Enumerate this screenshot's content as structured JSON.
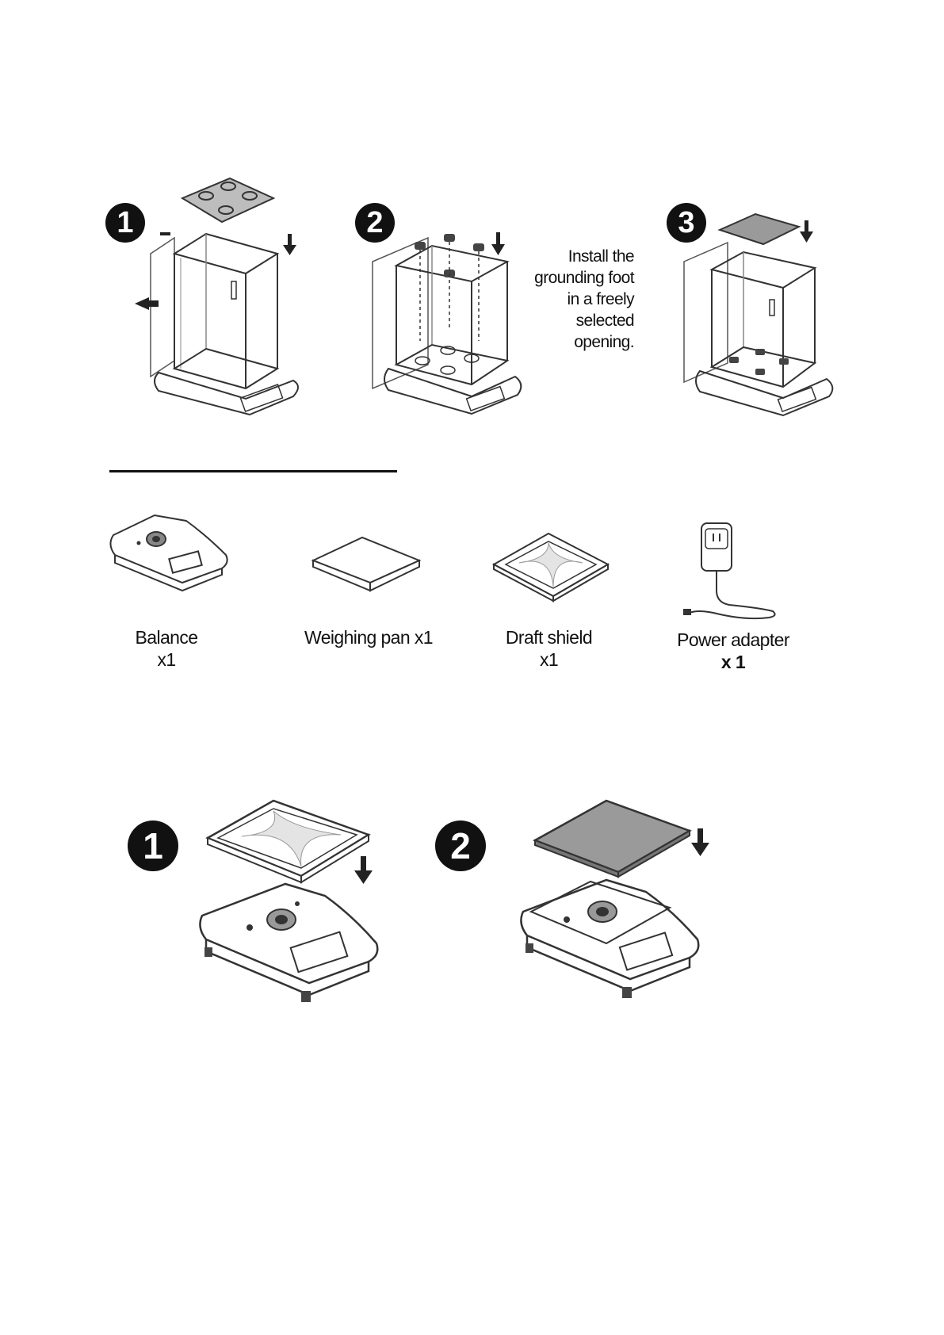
{
  "install_steps": {
    "badges": [
      "1",
      "2",
      "3"
    ],
    "step2_note": [
      "Install the",
      "grounding foot",
      "in a freely",
      "selected",
      "opening."
    ]
  },
  "package_contents": {
    "items": [
      {
        "name": "Balance",
        "qty": "x1",
        "icon": "balance-icon"
      },
      {
        "name": "Weighing pan x1",
        "qty": "",
        "icon": "weighing-pan-icon"
      },
      {
        "name": "Draft shield",
        "qty": "x1",
        "icon": "draft-shield-icon"
      },
      {
        "name": "Power adapter",
        "qty": "x 1",
        "icon": "power-adapter-icon"
      }
    ]
  },
  "pan_steps": {
    "badges": [
      "1",
      "2"
    ]
  }
}
